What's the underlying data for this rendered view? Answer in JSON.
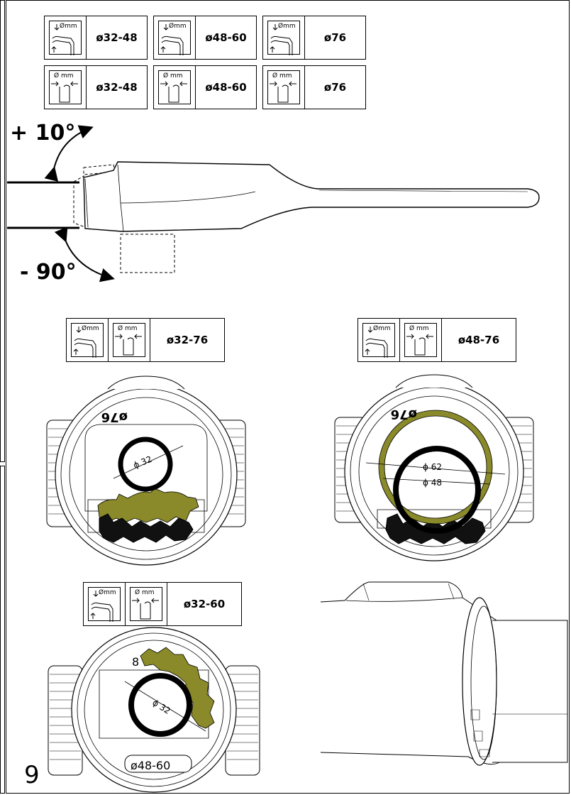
{
  "page_number": "9",
  "angles": {
    "up": "+ 10°",
    "down": "- 90°"
  },
  "spec_rows": {
    "side_entry": [
      {
        "icon": "side-entry-bracket-icon",
        "icon_label": "Ømm",
        "value": "ø32-48"
      },
      {
        "icon": "side-entry-bracket-icon",
        "icon_label": "Ømm",
        "value": "ø48-60"
      },
      {
        "icon": "side-entry-bracket-icon",
        "icon_label": "Ømm",
        "value": "ø76"
      }
    ],
    "post_top": [
      {
        "icon": "post-top-icon",
        "icon_label": "Ø mm",
        "value": "ø32-48"
      },
      {
        "icon": "post-top-icon",
        "icon_label": "Ø mm",
        "value": "ø48-60"
      },
      {
        "icon": "post-top-icon",
        "icon_label": "Ø mm",
        "value": "ø76"
      }
    ]
  },
  "adapter_specs": [
    {
      "side_label": "Ømm",
      "top_label": "Ø mm",
      "value": "ø32-76"
    },
    {
      "side_label": "Ømm",
      "top_label": "Ø mm",
      "value": "ø48-76"
    },
    {
      "side_label": "Ømm",
      "top_label": "Ø mm",
      "value": "ø32-60"
    }
  ],
  "dimension_labels": {
    "left_view": "ϕ 32",
    "left_ring_marking": "ø76",
    "right_outer": "ϕ 62",
    "right_inner": "ϕ 48",
    "right_ring_marking": "ø76",
    "bottom_view": "ϕ 32",
    "bottom_ring_marking": "ø48-60",
    "bottom_clamp_marking": "8"
  },
  "colors": {
    "clamp_olive": "#8a8a2a",
    "line": "#000000",
    "fill_light": "#f4f4f4"
  }
}
